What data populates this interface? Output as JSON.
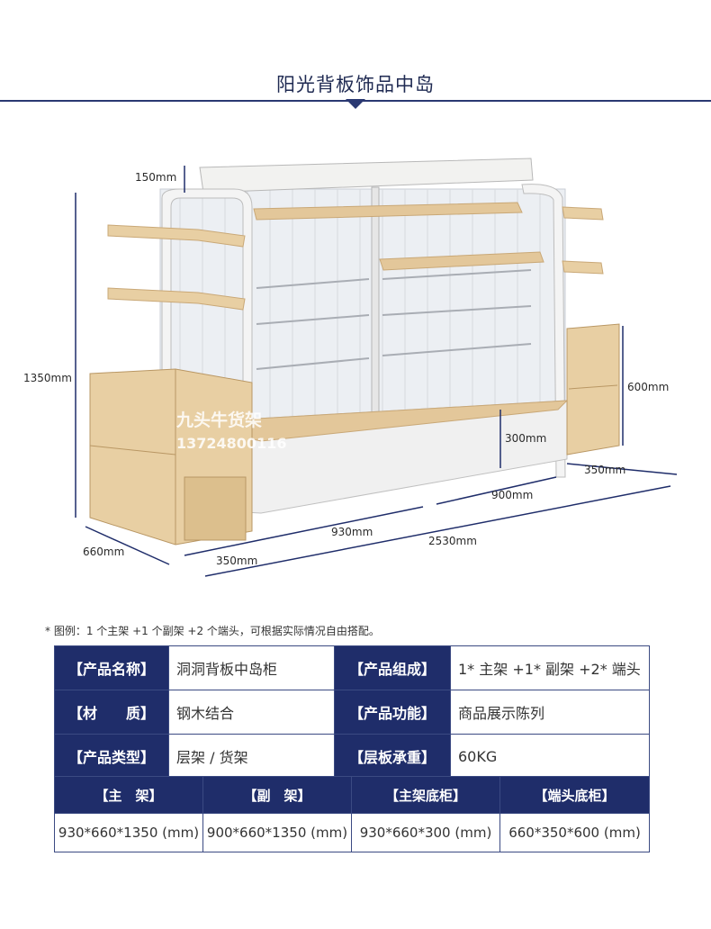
{
  "page": {
    "title": "阳光背板饰品中岛",
    "note": "* 图例：1 个主架 +1 个副架 +2 个端头，可根据实际情况自由搭配。"
  },
  "watermark": {
    "line1": "九头牛货架",
    "line2": "13724800116"
  },
  "dimensions": {
    "top_height": "150mm",
    "total_height": "1350mm",
    "end_height": "600mm",
    "base_height": "300mm",
    "depth": "660mm",
    "end_depth_left": "350mm",
    "end_depth_right": "350mm",
    "main_width": "930mm",
    "sub_width": "900mm",
    "total_width": "2530mm"
  },
  "spec_table": {
    "rows": [
      {
        "label_a": "【产品名称】",
        "value_a": "洞洞背板中岛柜",
        "label_b": "【产品组成】",
        "value_b": "1* 主架 +1* 副架 +2* 端头"
      },
      {
        "label_a": "【材　　质】",
        "value_a": "钢木结合",
        "label_b": "【产品功能】",
        "value_b": "商品展示陈列"
      },
      {
        "label_a": "【产品类型】",
        "value_a": "层架 / 货架",
        "label_b": "【层板承重】",
        "value_b": "60KG"
      }
    ]
  },
  "size_table": {
    "headers": [
      "【主　架】",
      "【副　架】",
      "【主架底柜】",
      "【端头底柜】"
    ],
    "values": [
      "930*660*1350 (mm)",
      "900*660*1350 (mm)",
      "930*660*300 (mm)",
      "660*350*600 (mm)"
    ]
  }
}
